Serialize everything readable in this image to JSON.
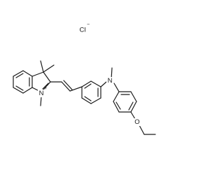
{
  "structure": {
    "counter_ion": {
      "symbol": "Cl",
      "charge": "−"
    },
    "atoms": [
      {
        "id": "n_indole",
        "symbol": "N",
        "charge": "+"
      },
      {
        "id": "n_amine",
        "symbol": "N"
      },
      {
        "id": "o_ether",
        "symbol": "O"
      }
    ]
  }
}
